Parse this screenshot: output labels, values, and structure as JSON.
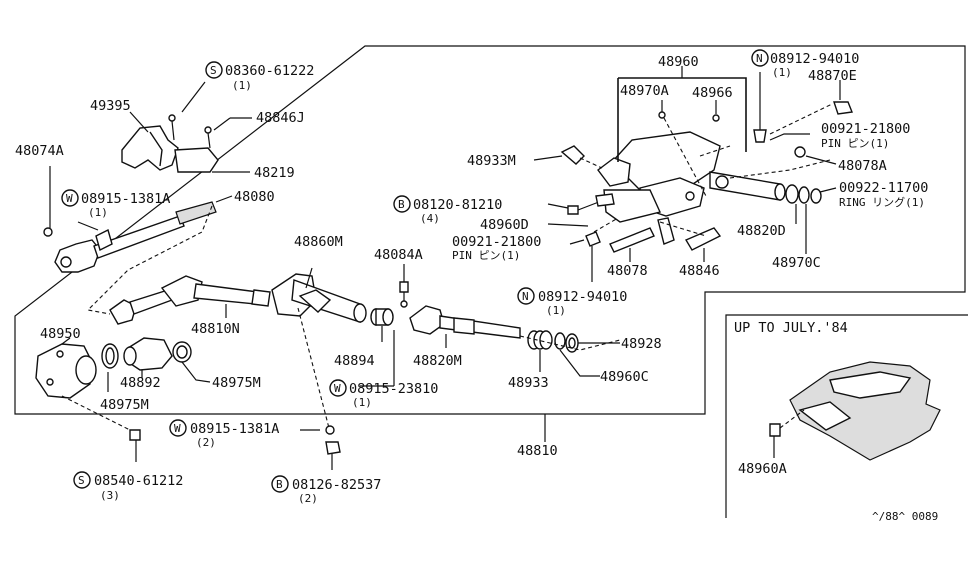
{
  "labels": {
    "l08360": "08360-61222",
    "l08360q": "(1)",
    "l49395": "49395",
    "l48846J": "48846J",
    "l48074A": "48074A",
    "l48219": "48219",
    "l08915a": "08915-1381A",
    "l08915aq": "(1)",
    "l48080": "48080",
    "l48960": "48960",
    "l48970A": "48970A",
    "l48966": "48966",
    "l08912a": "08912-94010",
    "l08912aq": "(1)",
    "l48870E": "48870E",
    "l00921a": "00921-21800",
    "l00921ab": "PIN ピン(1)",
    "l48933M": "48933M",
    "l48078A": "48078A",
    "l00922": "00922-11700",
    "l00922b": "RING リング(1)",
    "l08120": "08120-81210",
    "l08120q": "(4)",
    "l48960D": "48960D",
    "l00921b": "00921-21800",
    "l00921bb": "PIN ピン(1)",
    "l48820D": "48820D",
    "l48970C": "48970C",
    "l48078": "48078",
    "l48846": "48846",
    "l08912b": "08912-94010",
    "l08912bq": "(1)",
    "l48860M": "48860M",
    "l48084A": "48084A",
    "l48950": "48950",
    "l48810N": "48810N",
    "l48894": "48894",
    "l48820M": "48820M",
    "l48928": "48928",
    "l48892": "48892",
    "l48975Ma": "48975M",
    "l48975Mb": "48975M",
    "l08915b": "08915-23810",
    "l08915bq": "(1)",
    "l48933": "48933",
    "l48960C": "48960C",
    "l08915c": "08915-1381A",
    "l08915cq": "(2)",
    "l48810": "48810",
    "l08540": "08540-61212",
    "l08540q": "(3)",
    "l08126": "08126-82537",
    "l08126q": "(2)",
    "inset_title": "UP TO JULY.'84",
    "l48960A": "48960A",
    "footer_code": "^/88^ 0089"
  },
  "markers": {
    "S": "S",
    "W": "W",
    "N": "N",
    "B": "B"
  }
}
